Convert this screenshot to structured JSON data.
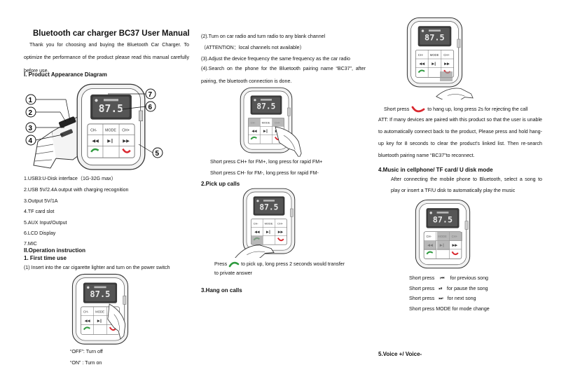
{
  "title": "Bluetooth car charger BC37 User Manual",
  "intro": "Thank you for choosing and buying the Bluetooth Car Charger. To optimize the performance of the product please read this manual carefully before use.",
  "section1": {
    "heading": "I.  Product Appearance Diagram",
    "callouts": [
      "1",
      "2",
      "3",
      "4",
      "5",
      "6",
      "7"
    ],
    "items": [
      "1.USB3:U-Disk interface（1G-32G max）",
      "2.USB 5V/2.4A output with charging recognition",
      "3.Output 5V/1A",
      "4.TF card slot",
      "5.AUX Input/Output",
      "6.LCD Display",
      "7.MIC"
    ]
  },
  "section2": {
    "heading": "II.Operation instruction",
    "sub1": "1.  First time use",
    "step1": "(1) Insert into the car cigarette lighter and turn on the power switch",
    "off": "“OFF”: Turn off",
    "on": "“ON” : Turn on",
    "step2": "(2).Turn on car radio and turn radio to any blank channel",
    "attention": "（ATTENTION：local channels not available）",
    "step3": "(3).Adjust the device frequency the same frequency as the car radio",
    "step4": "(4).Search on the phone for the Bluetooth pairing name “BC37”, after pairing, the bluetooth connection is done.",
    "chplus": "Short press CH+ for FM+, long press for rapid FM+",
    "chminus": "Short press CH- for FM-, long press for rapid FM-"
  },
  "section_pickup": {
    "heading": "2.Pick up calls",
    "line1_pre": "Press",
    "line1_post": "to pick up, long press 2 seconds would transfer",
    "line2": "to private answer"
  },
  "section_hangup": {
    "heading": "3.Hang on calls",
    "line_pre": "Short press",
    "line_post": "to hang up, long press 2s for rejecting the call",
    "att": "ATT: If many devices are paired with this product so that the user is unable to automatically connect back to the product, Please press and hold hang-up key for 8 seconds to clear the product's linked list. Then re-search bluetooth pairing name “BC37”to reconnect."
  },
  "section_music": {
    "heading": "4.Music in cellphone/ TF card/ U disk mode",
    "desc": "After connecting the mobile phone to Bluetooth, select a song to play or insert a TF/U disk to automatically play the music",
    "prev_pre": "Short press",
    "prev_post": "for previous song",
    "pause_pre": "Short press",
    "pause_post": "for pause the song",
    "next_pre": "Short press",
    "next_post": "for next song",
    "mode": "Short press MODE for mode change"
  },
  "section_voice": {
    "heading": "5.Voice +/ Voice-"
  },
  "device": {
    "freq": "87.5",
    "ch_minus": "CH-",
    "mode": "MODE",
    "ch_plus": "CH+",
    "prev": "⏮",
    "play": "⏯",
    "next": "⏭"
  },
  "colors": {
    "red": "#d9272e",
    "green": "#2e9a3e",
    "highlight": "#9a9a9a"
  }
}
